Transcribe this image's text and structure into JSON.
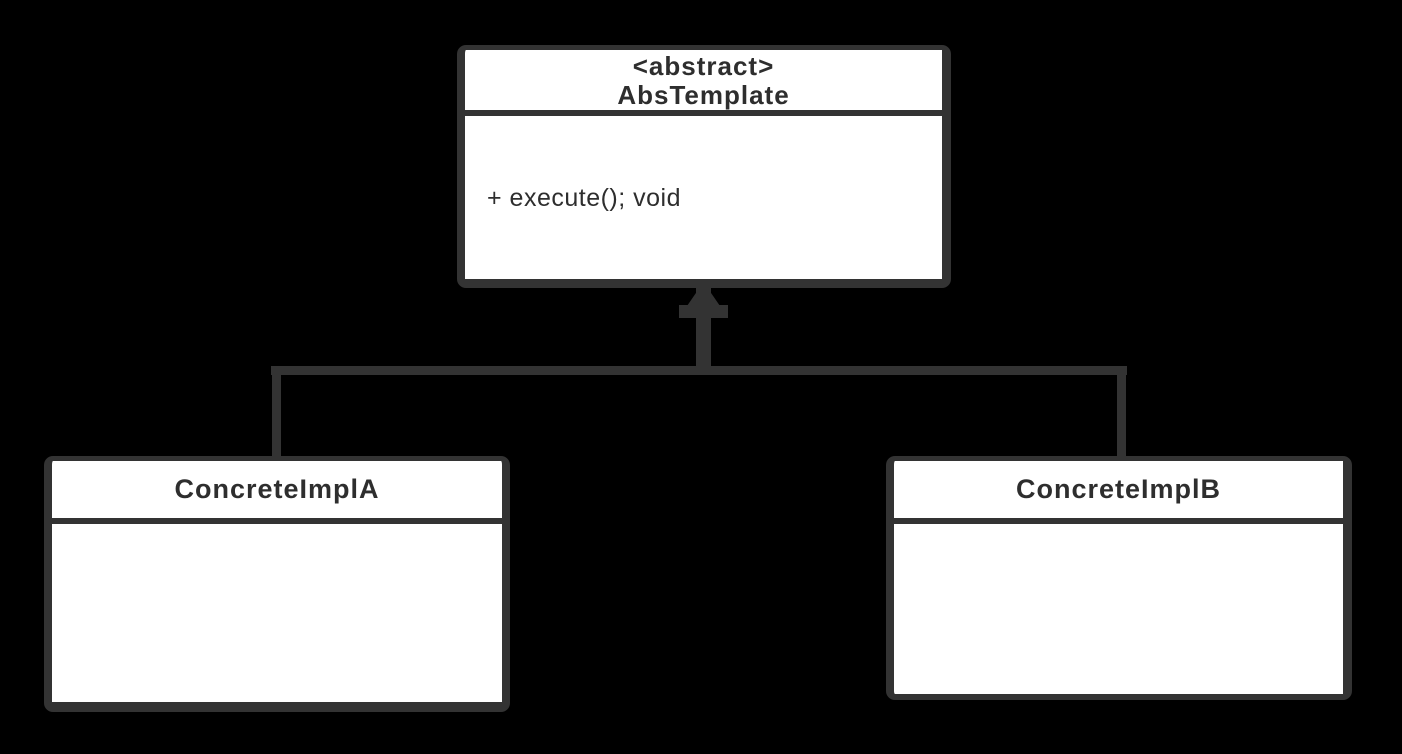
{
  "colors": {
    "background": "#000000",
    "stroke": "#333333",
    "box_fill": "#ffffff",
    "text": "#2e2e2e"
  },
  "classes": [
    {
      "stereotype": "<abstract>",
      "name": "AbsTemplate",
      "members": [
        "+ execute(); void"
      ]
    },
    {
      "name": "ConcreteImplA",
      "members": []
    },
    {
      "name": "ConcreteImplB",
      "members": []
    }
  ],
  "relationships": [
    {
      "from": "ConcreteImplA",
      "to": "AbsTemplate",
      "type": "generalization"
    },
    {
      "from": "ConcreteImplB",
      "to": "AbsTemplate",
      "type": "generalization"
    }
  ]
}
